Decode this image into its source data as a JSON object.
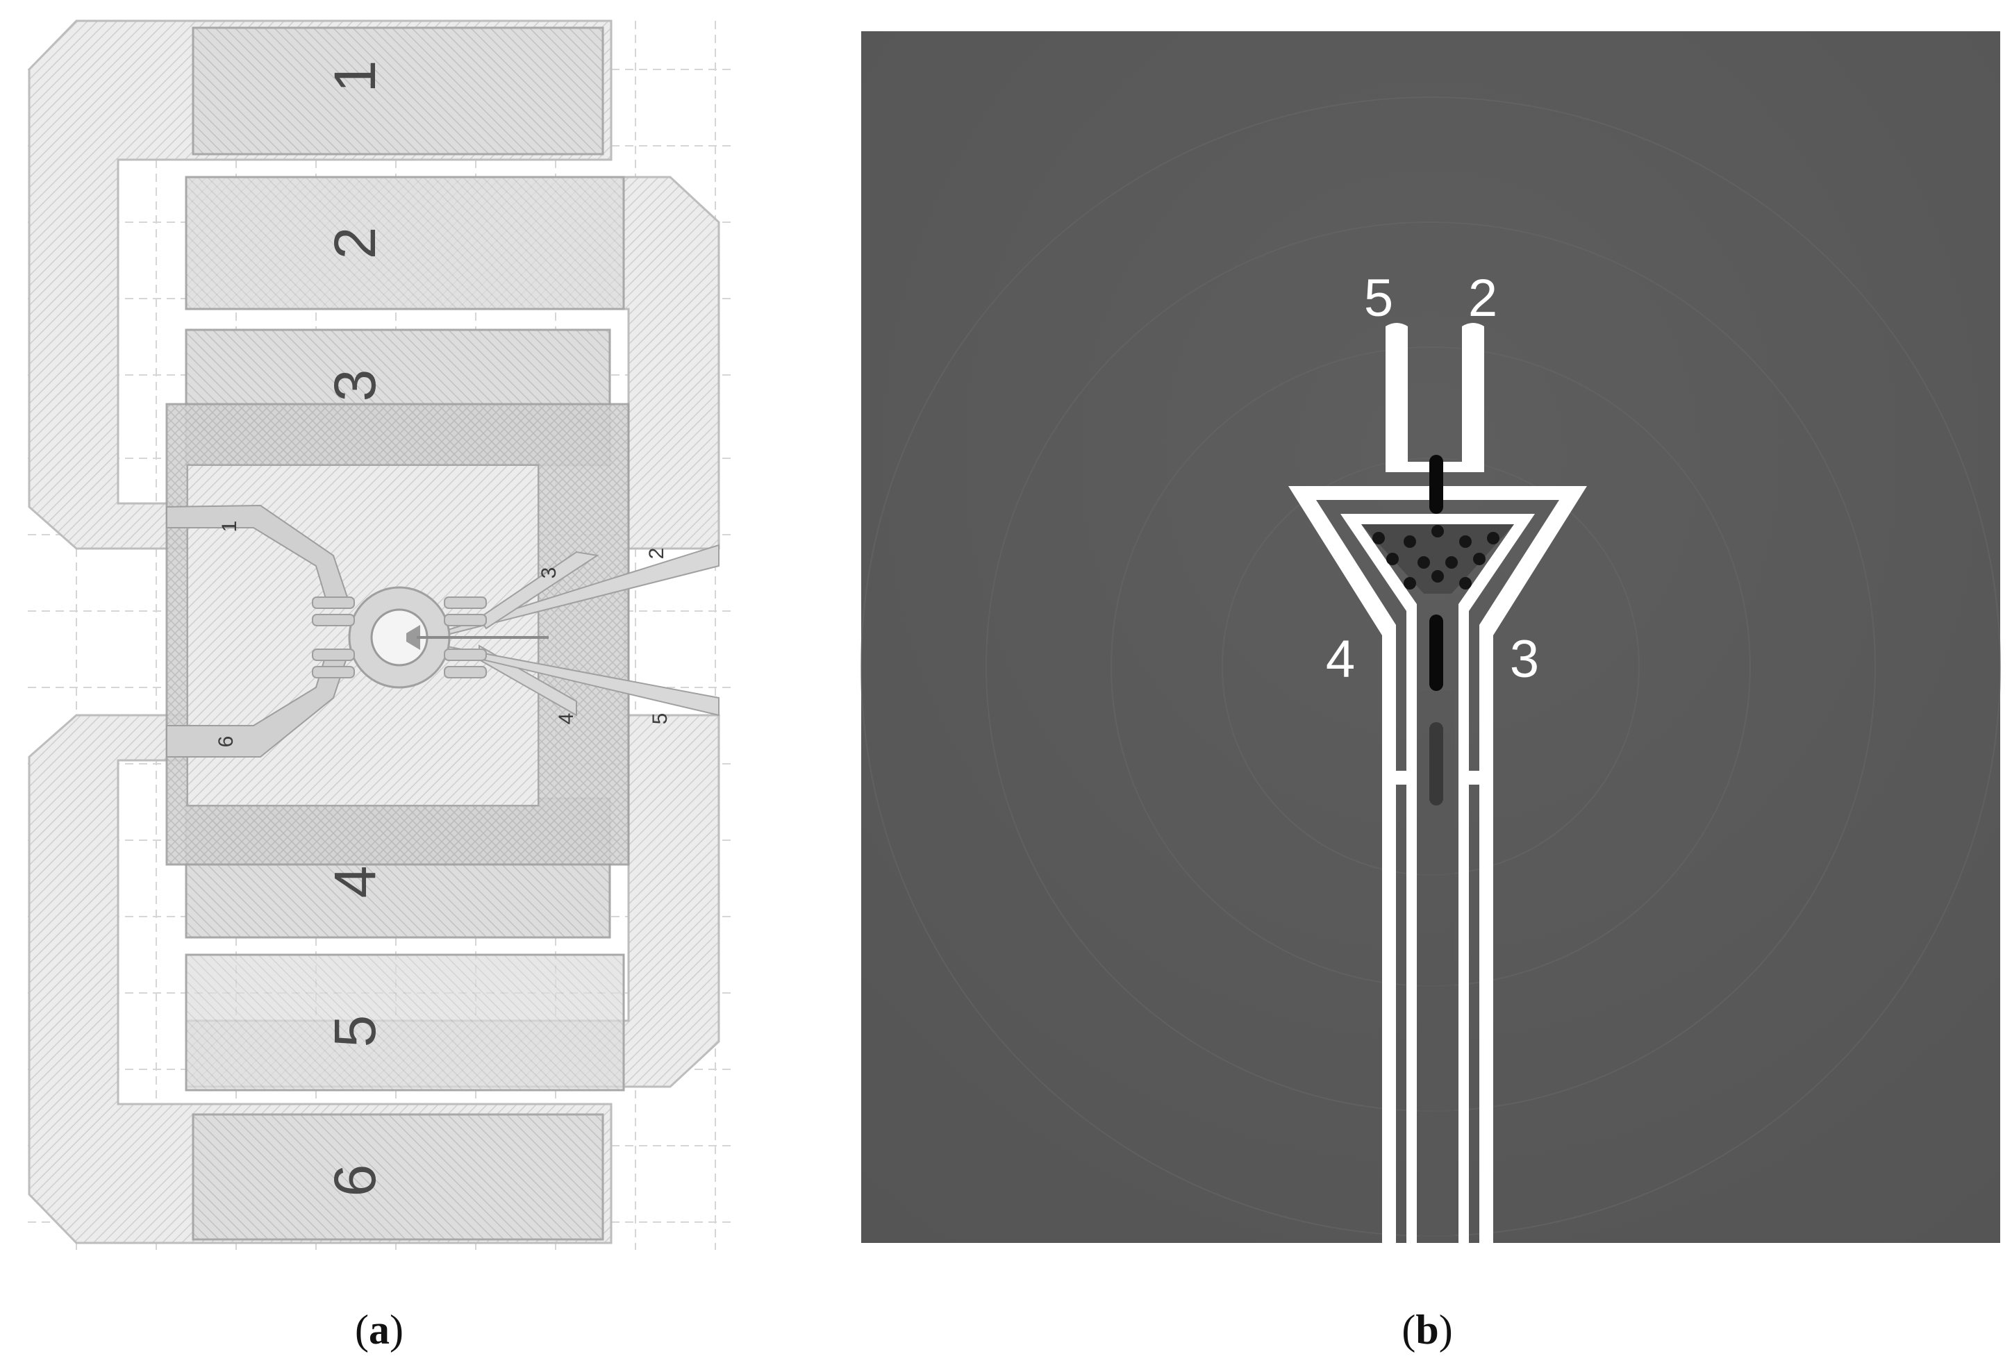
{
  "panel_a": {
    "pad_labels": [
      "1",
      "2",
      "3",
      "4",
      "5",
      "6"
    ],
    "lead_labels": [
      "1",
      "2",
      "3",
      "4",
      "5",
      "6"
    ],
    "caption": {
      "open": "(",
      "letter": "a",
      "close": ")"
    }
  },
  "panel_b": {
    "electrode_labels": [
      "5",
      "2",
      "4",
      "3"
    ],
    "caption": {
      "open": "(",
      "letter": "b",
      "close": ")"
    }
  },
  "colors": {
    "pad_fill": "#dcdcdc",
    "frame_fill": "#ececec",
    "overlay_fill": "#d2d2d2",
    "sem_background": "#595959",
    "electrode": "#ffffff",
    "gap": "#000000"
  }
}
